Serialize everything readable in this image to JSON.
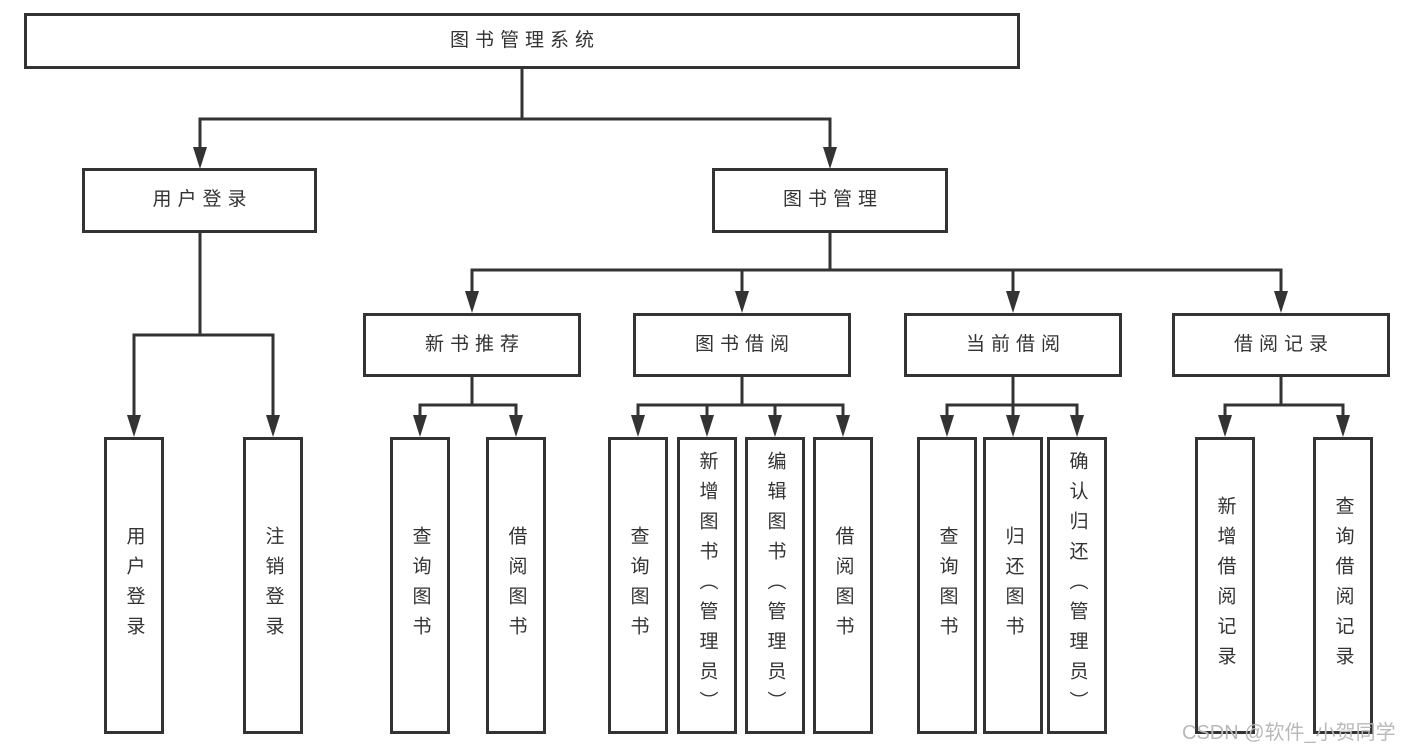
{
  "diagram": {
    "root": {
      "label": "图书管理系统"
    },
    "level2": [
      {
        "label": "用户登录"
      },
      {
        "label": "图书管理"
      }
    ],
    "level3": [
      {
        "label": "新书推荐",
        "parent": "图书管理"
      },
      {
        "label": "图书借阅",
        "parent": "图书管理"
      },
      {
        "label": "当前借阅",
        "parent": "图书管理"
      },
      {
        "label": "借阅记录",
        "parent": "图书管理"
      }
    ],
    "leaves": [
      {
        "label": "用户登录",
        "parent": "用户登录"
      },
      {
        "label": "注销登录",
        "parent": "用户登录"
      },
      {
        "label": "查询图书",
        "parent": "新书推荐"
      },
      {
        "label": "借阅图书",
        "parent": "新书推荐"
      },
      {
        "label": "查询图书",
        "parent": "图书借阅"
      },
      {
        "label": "新增图书（管理员）",
        "parent": "图书借阅"
      },
      {
        "label": "编辑图书（管理员）",
        "parent": "图书借阅"
      },
      {
        "label": "借阅图书",
        "parent": "图书借阅"
      },
      {
        "label": "查询图书",
        "parent": "当前借阅"
      },
      {
        "label": "归还图书",
        "parent": "当前借阅"
      },
      {
        "label": "确认归还（管理员）",
        "parent": "当前借阅"
      },
      {
        "label": "新增借阅记录",
        "parent": "借阅记录"
      },
      {
        "label": "查询借阅记录",
        "parent": "借阅记录"
      }
    ]
  },
  "watermark": {
    "text": "CSDN @软件_小贺同学"
  },
  "colors": {
    "line": "#333333",
    "box_border": "#333333",
    "text": "#333333",
    "background": "#ffffff",
    "watermark": "#b9b9b9"
  }
}
